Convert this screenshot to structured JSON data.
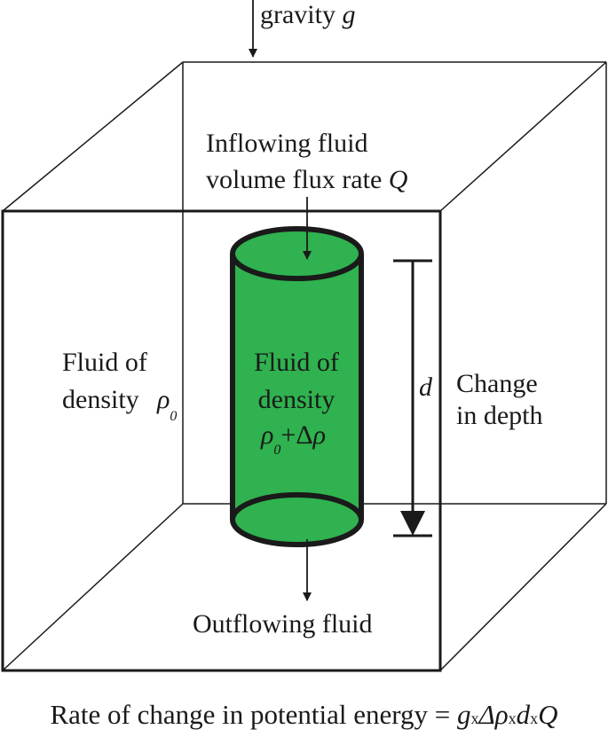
{
  "gravity": {
    "label": "gravity ",
    "symbol": "g"
  },
  "inflow": {
    "line1": "Inflowing fluid",
    "line2": "volume flux rate ",
    "symbol": "Q"
  },
  "ambient": {
    "line1": "Fluid of",
    "line2": "density",
    "rho": "ρ",
    "sub": "0"
  },
  "plume": {
    "line1": "Fluid of",
    "line2": "density",
    "rho": "ρ",
    "sub": "0",
    "plus": "+Δ",
    "rho2": "ρ"
  },
  "depth": {
    "symbol": "d",
    "line1": "Change",
    "line2": "in depth"
  },
  "outflow": {
    "label": "Outflowing fluid"
  },
  "formula": {
    "lhs": "Rate of change in potential energy = ",
    "g": "g",
    "x1": "x",
    "drho": "Δρ",
    "x2": "x",
    "d": "d",
    "x3": "x",
    "Q": "Q"
  },
  "colors": {
    "fluid": "#2fb24f",
    "outline": "#1a1a1a"
  }
}
